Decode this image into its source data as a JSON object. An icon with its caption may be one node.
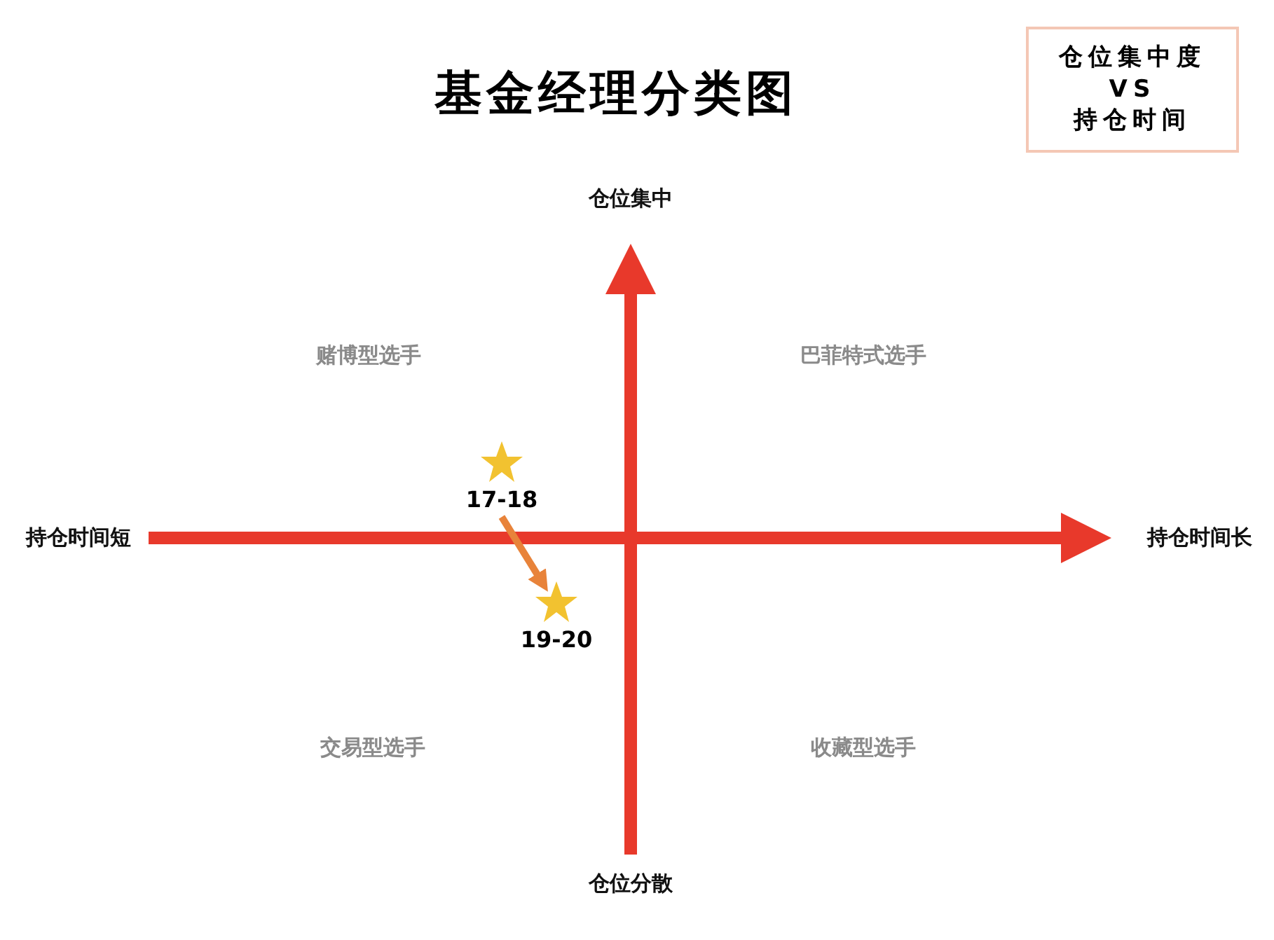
{
  "diagram": {
    "title": "基金经理分类图",
    "nodes": [
      {
        "text": [
          "仓位集中度 VS 持仓时间"
        ]
      },
      {
        "text": [],
        "shape": "star",
        "beside": [
          "17-18"
        ]
      },
      {
        "text": [],
        "shape": "star",
        "beside": [
          "19-20"
        ]
      }
    ],
    "edges": [
      {
        "from": 1,
        "to": 2,
        "arrow": "to",
        "color": "#e8833a"
      }
    ],
    "labels": [
      "仓位集中",
      "赌博型选手",
      "巴菲特式选手",
      "持仓时间短",
      "持仓时间长",
      "交易型选手",
      "收藏型选手",
      "仓位分散"
    ]
  }
}
